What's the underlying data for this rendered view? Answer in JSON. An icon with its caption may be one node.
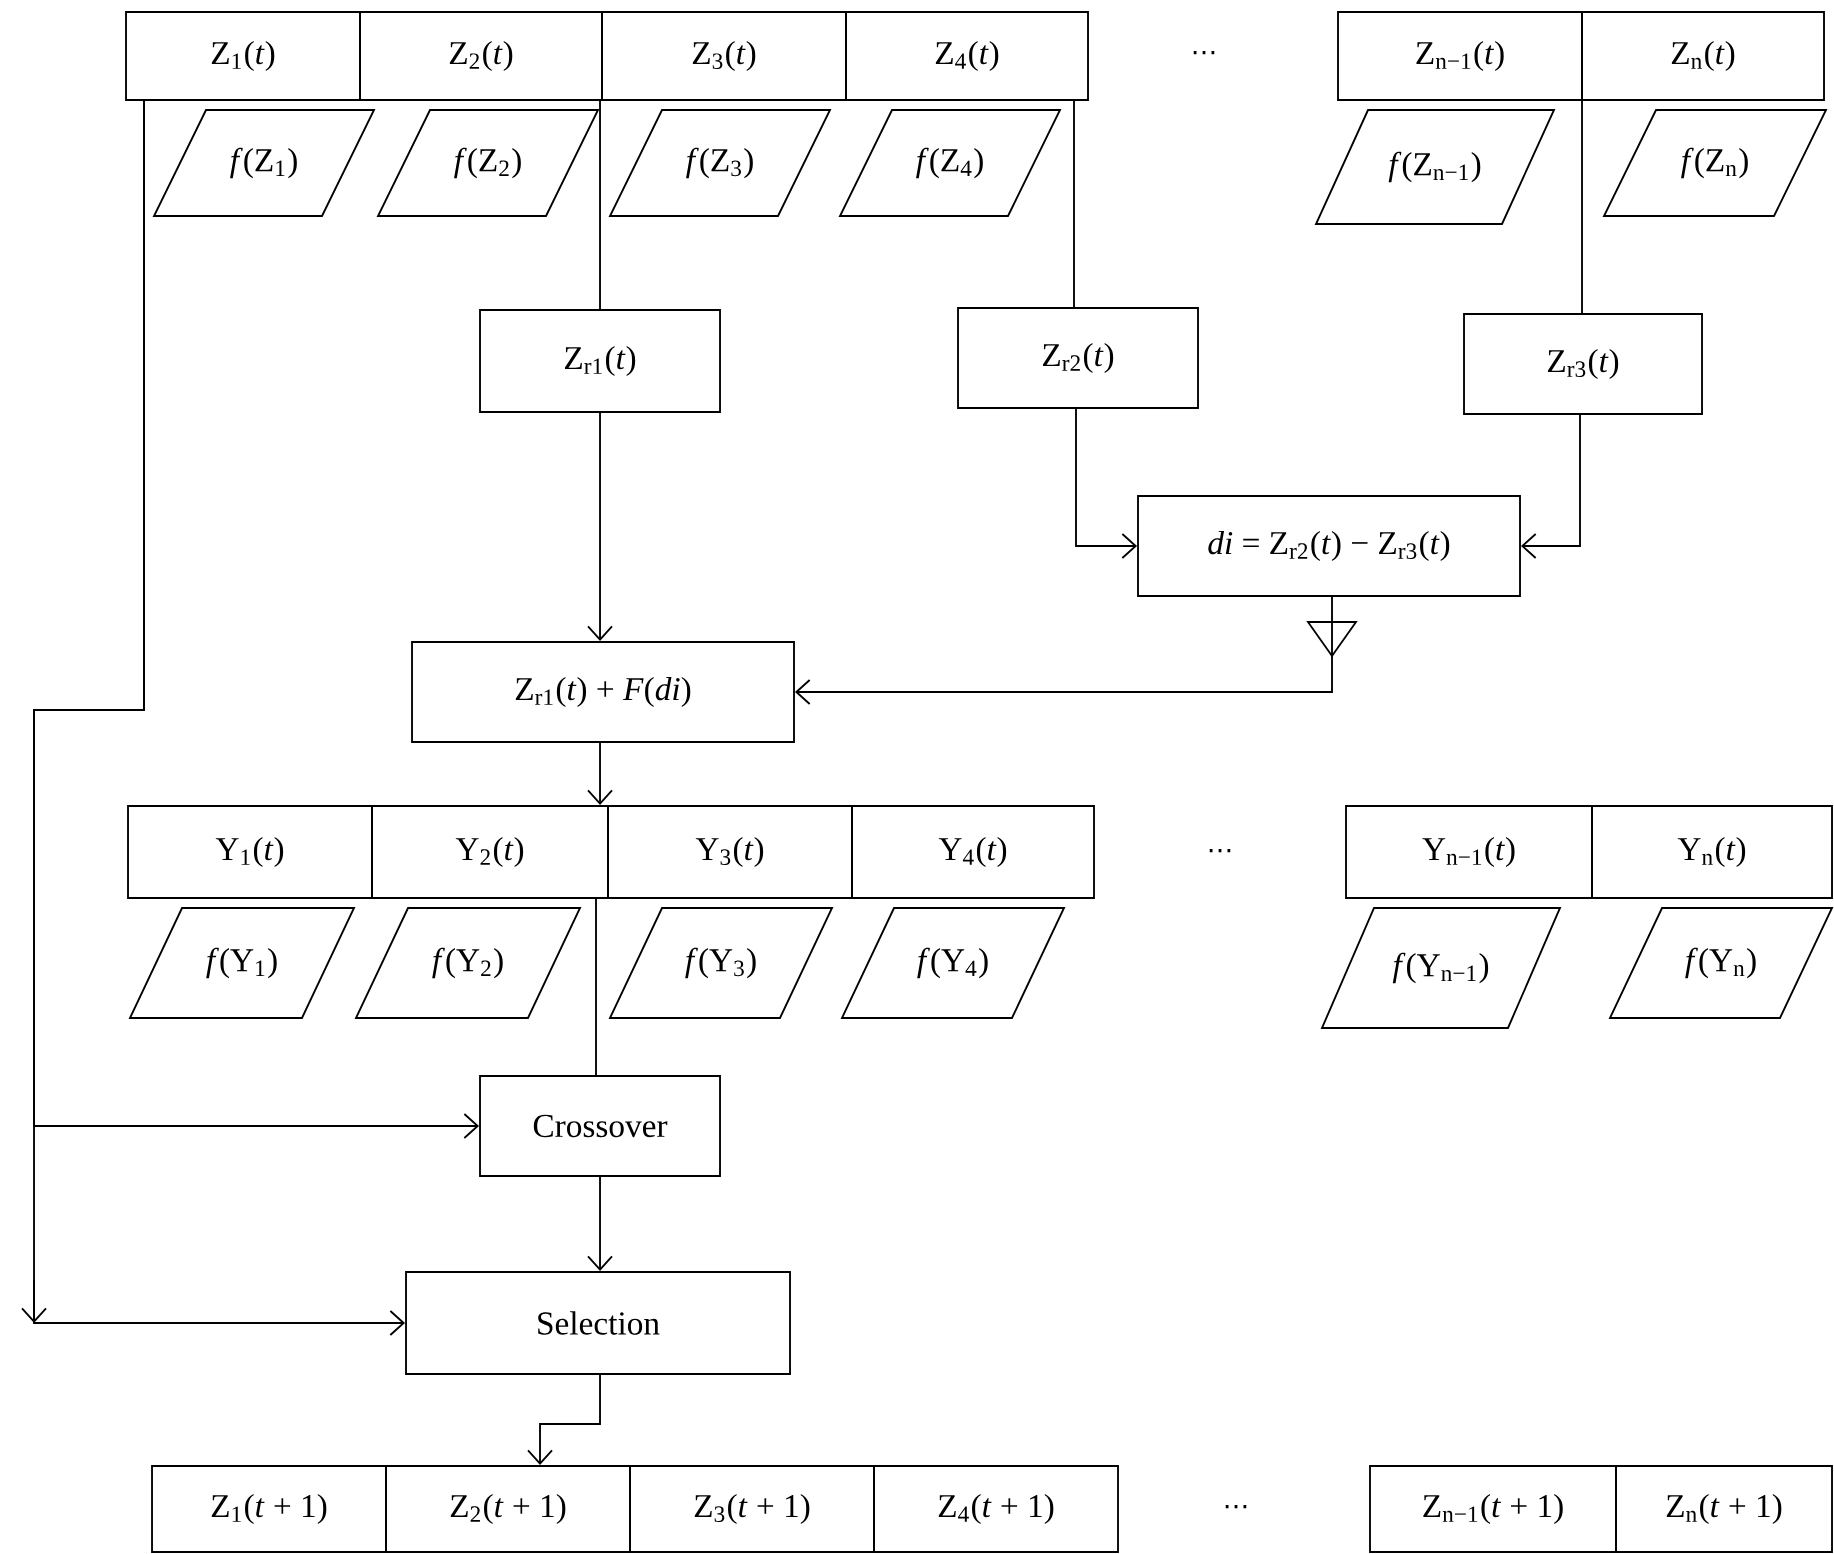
{
  "diagram": {
    "nodes": [
      {
        "text": [
          "Z$_{1}$(*t*)"
        ]
      },
      {
        "text": [
          "Z$_{2}$(*t*)"
        ]
      },
      {
        "text": [
          "Z$_{3}$(*t*)"
        ]
      },
      {
        "text": [
          "Z$_{4}$(*t*)"
        ]
      },
      {
        "text": [
          "Z$_{n−1}$(*t*)"
        ]
      },
      {
        "text": [
          "Z$_{n}$(*t*)"
        ]
      },
      {
        "text": [
          "*f*(Z$_{1}$)"
        ]
      },
      {
        "text": [
          "*f*(Z$_{2}$)"
        ]
      },
      {
        "text": [
          "*f*(Z$_{3}$)"
        ]
      },
      {
        "text": [
          "*f*(Z$_{4}$)"
        ]
      },
      {
        "text": [
          "*f*(Z$_{n−1}$)"
        ]
      },
      {
        "text": [
          "*f*(Z$_{n}$)"
        ]
      },
      {
        "text": [
          "Z$_{r1}$(*t*)"
        ]
      },
      {
        "text": [
          "Z$_{r2}$(*t*)"
        ]
      },
      {
        "text": [
          "Z$_{r3}$(*t*)"
        ]
      },
      {
        "text": [
          "*di* = Z$_{r2}$(*t*) − Z$_{r3}$(*t*)"
        ]
      },
      {
        "text": [
          "Z$_{r1}$(*t*) + *F*(*di*)"
        ]
      },
      {
        "text": [
          "Y$_{1}$(*t*)"
        ]
      },
      {
        "text": [
          "Y$_{2}$(*t*)"
        ]
      },
      {
        "text": [
          "Y$_{3}$(*t*)"
        ]
      },
      {
        "text": [
          "Y$_{4}$(*t*)"
        ]
      },
      {
        "text": [
          "Y$_{n−1}$(*t*)"
        ]
      },
      {
        "text": [
          "Y$_{n}$(*t*)"
        ]
      },
      {
        "text": [
          "*f*(Y$_{1}$)"
        ]
      },
      {
        "text": [
          "*f*(Y$_{2}$)"
        ]
      },
      {
        "text": [
          "*f*(Y$_{3}$)"
        ]
      },
      {
        "text": [
          "*f*(Y$_{4}$)"
        ]
      },
      {
        "text": [
          "*f*(Y$_{n−1}$)"
        ]
      },
      {
        "text": [
          "*f*(Y$_{n}$)"
        ]
      },
      {
        "text": [
          "Crossover"
        ]
      },
      {
        "text": [
          "Selection"
        ]
      },
      {
        "text": [
          "Z$_{1}$(*t* + 1)"
        ]
      },
      {
        "text": [
          "Z$_{2}$(*t* + 1)"
        ]
      },
      {
        "text": [
          "Z$_{3}$(*t* + 1)"
        ]
      },
      {
        "text": [
          "Z$_{4}$(*t* + 1)"
        ]
      },
      {
        "text": [
          "Z$_{n−1}$(*t* + 1)"
        ]
      },
      {
        "text": [
          "Z$_{n}$(*t* + 1)"
        ]
      }
    ],
    "edges": [
      {
        "from": 0,
        "to": 29,
        "arrow": "to"
      },
      {
        "from": 0,
        "to": 30,
        "arrow": "to"
      },
      {
        "from": 2,
        "to": 12,
        "arrow": "none"
      },
      {
        "from": 3,
        "to": 13,
        "arrow": "none"
      },
      {
        "from": 5,
        "to": 14,
        "arrow": "none"
      },
      {
        "from": 12,
        "to": 16,
        "arrow": "to"
      },
      {
        "from": 13,
        "to": 15,
        "arrow": "to"
      },
      {
        "from": 14,
        "to": 15,
        "arrow": "to"
      },
      {
        "from": 15,
        "to": 16,
        "arrow": "to"
      },
      {
        "from": 16,
        "to": 18,
        "arrow": "to"
      },
      {
        "from": 18,
        "to": 29,
        "arrow": "none"
      },
      {
        "from": 29,
        "to": 30,
        "arrow": "to"
      },
      {
        "from": 30,
        "to": 32,
        "arrow": "to"
      }
    ],
    "labels": [
      "⋯",
      "⋯",
      "⋯"
    ]
  }
}
